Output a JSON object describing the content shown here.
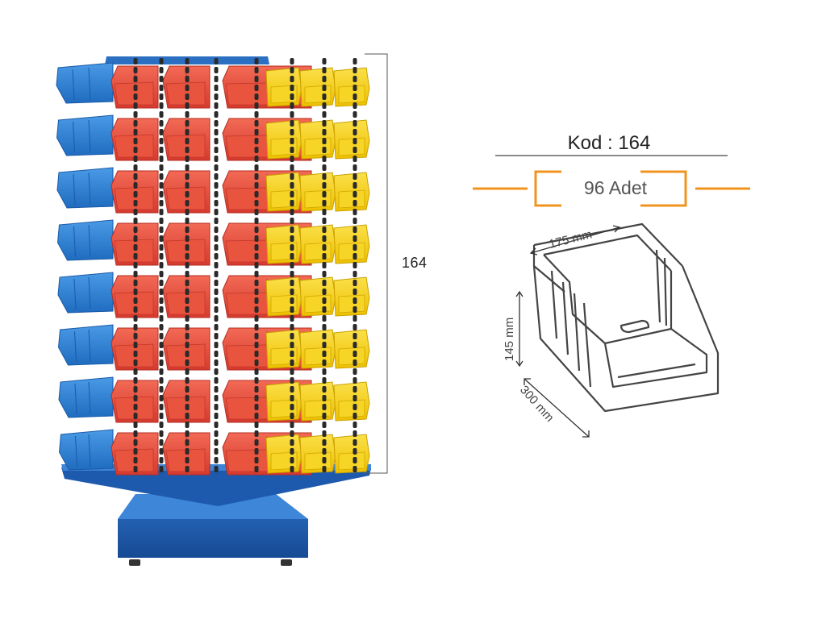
{
  "product": {
    "height_label": "164",
    "code_label": "Kod : 164",
    "quantity_label": "96 Adet"
  },
  "bin_dimensions": {
    "width_label": "175 mm",
    "height_label": "145 mm",
    "depth_label": "300 mm"
  },
  "colors": {
    "frame_blue": "#1e5fb0",
    "bin_blue": "#2f82d6",
    "bin_red": "#e5473a",
    "bin_yellow": "#f3cd12",
    "accent_orange": "#f0941f",
    "rule_gray": "#8a8a8a",
    "pole_black": "#2a2a2a"
  }
}
